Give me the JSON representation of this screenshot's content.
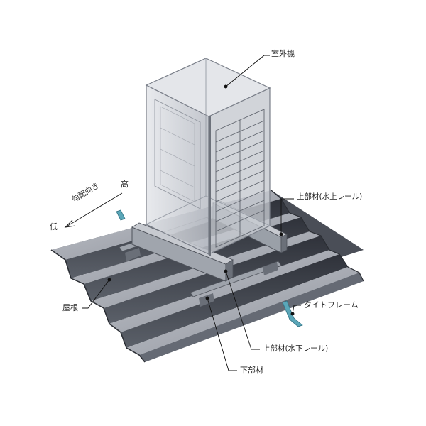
{
  "labels": {
    "outdoor_unit": "室外機",
    "upper_member_upstream": "上部材(水上レール)",
    "tie_frame": "タイトフレーム",
    "roof": "屋根",
    "upper_member_downstream": "上部材(水下レール)",
    "lower_member": "下部材"
  },
  "slope": {
    "high": "高",
    "low": "低",
    "direction": "勾配向き"
  },
  "colors": {
    "roof_top": "#a9adb6",
    "roof_dark": "#3f434c",
    "roof_mid": "#6f7480",
    "rail": "#8e939c",
    "rail_dark": "#555962",
    "unit_glass": "#cfd3da",
    "unit_edge": "#7a7f89",
    "tie_frame": "#5aa6b8",
    "leader": "#111111"
  }
}
